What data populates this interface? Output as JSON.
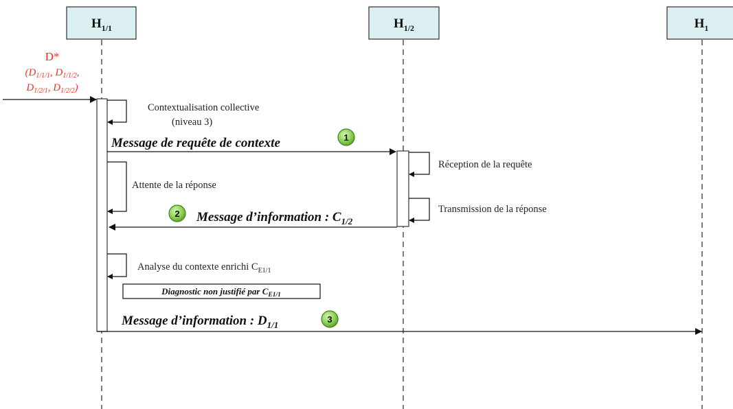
{
  "colors": {
    "actor_fill": "#dbeff1",
    "input_text": "#e8342a",
    "badge_fill": "#8fd45a",
    "line": "#111111"
  },
  "actors": [
    {
      "id": "h11",
      "base": "H",
      "sub": "1/1"
    },
    {
      "id": "h12",
      "base": "H",
      "sub": "1/2"
    },
    {
      "id": "h1",
      "base": "H",
      "sub": "1"
    }
  ],
  "input": {
    "title": "D*",
    "params": [
      {
        "base": "D",
        "sub": "1/1/1",
        "sep": ", "
      },
      {
        "base": "D",
        "sub": "1/1/2",
        "sep": ","
      },
      {
        "base": "D",
        "sub": "1/2/1",
        "sep": ", "
      },
      {
        "base": "D",
        "sub": "1/2/2",
        "sep": ""
      }
    ]
  },
  "notes": {
    "contextualisation_line1": "Contextualisation collective",
    "contextualisation_line2": "(niveau 3)",
    "reception": "Réception de la requête",
    "attente": "Attente de la réponse",
    "transmission": "Transmission de la réponse",
    "analyse": "Analyse du contexte enrichi C",
    "analyse_sub": "E1/1"
  },
  "messages": [
    {
      "label": "Message de requête de contexte",
      "sub": "",
      "step": "1"
    },
    {
      "label": "Message d’information : C",
      "sub": "1/2",
      "step": "2"
    },
    {
      "label": "Message d’information : D",
      "sub": "1/1",
      "step": "3"
    }
  ],
  "diagnostic": {
    "label": "Diagnostic non justifié par C",
    "sub": "E1/1"
  }
}
